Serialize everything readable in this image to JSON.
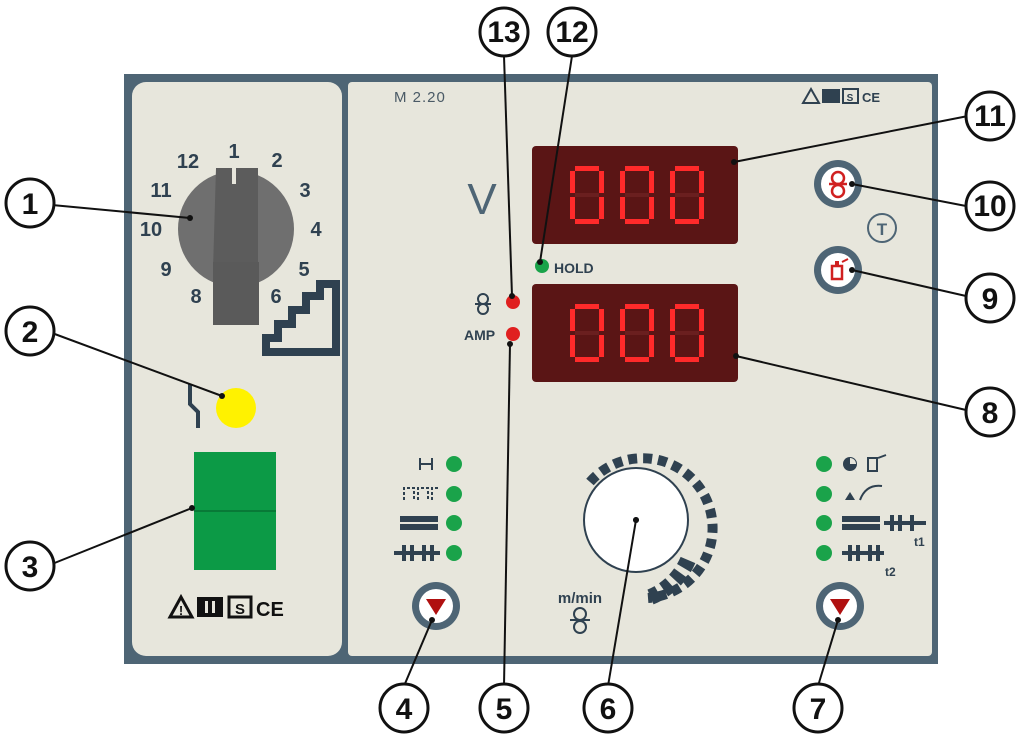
{
  "model_label": "M 2.20",
  "cert_marks": "⚠▮S CE",
  "dial_positions": [
    "1",
    "2",
    "3",
    "4",
    "5",
    "6",
    "8",
    "9",
    "10",
    "11",
    "12"
  ],
  "display_unit_label": "V",
  "display_top_value": "000",
  "display_bottom_value": "000",
  "hold_label": "HOLD",
  "amp_label": "AMP",
  "knob_unit_label": "m/min",
  "t1_label": "t1",
  "t2_label": "t2",
  "callouts": [
    "1",
    "2",
    "3",
    "4",
    "5",
    "6",
    "7",
    "8",
    "9",
    "10",
    "11",
    "12",
    "13"
  ],
  "colors": {
    "panel": "#e7e6dc",
    "frame": "#4e6575",
    "display_bg": "#5a1515",
    "segment": "#ff2a2a",
    "led_green": "#1aa34a",
    "led_red": "#e02020",
    "power_green": "#0c9a46",
    "yellow": "#fff200"
  }
}
